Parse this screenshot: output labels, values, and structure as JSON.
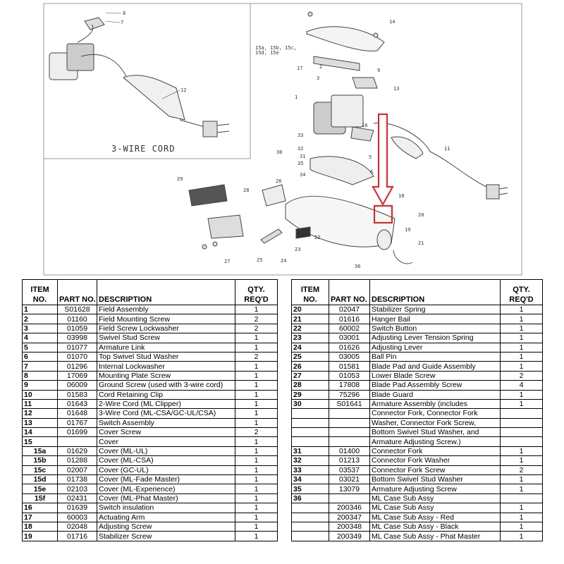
{
  "diagram": {
    "inset_title": "3-WIRE CORD",
    "inset_callouts": [
      "8",
      "7",
      "12"
    ],
    "callouts": [
      "14",
      "15a, 15b, 15c,",
      "15d, 15e",
      "17",
      "9",
      "2",
      "13",
      "3",
      "1",
      "16",
      "11",
      "33",
      "32",
      "30",
      "31",
      "35",
      "34",
      "5",
      "6",
      "29",
      "28",
      "26",
      "18",
      "20",
      "19",
      "22",
      "21",
      "23",
      "25",
      "24",
      "27",
      "36"
    ],
    "highlight_color": "#e02020"
  },
  "table_headers": {
    "item": [
      "ITEM",
      "NO."
    ],
    "part": "PART NO.",
    "desc": "DESCRIPTION",
    "qty": [
      "QTY.",
      "REQ'D"
    ]
  },
  "left_rows": [
    {
      "item": "1",
      "part": "S01628",
      "desc": "Field Assembly",
      "qty": "1"
    },
    {
      "item": "2",
      "part": "01160",
      "desc": "Field Mounting Screw",
      "qty": "2"
    },
    {
      "item": "3",
      "part": "01059",
      "desc": "Field Screw Lockwasher",
      "qty": "2"
    },
    {
      "item": "4",
      "part": "03998",
      "desc": "Swivel Stud Screw",
      "qty": "1"
    },
    {
      "item": "5",
      "part": "01077",
      "desc": "Armature Link",
      "qty": "1"
    },
    {
      "item": "6",
      "part": "01070",
      "desc": "Top Swivel Stud Washer",
      "qty": "2"
    },
    {
      "item": "7",
      "part": "01296",
      "desc": "Internal Lockwasher",
      "qty": "1"
    },
    {
      "item": "8",
      "part": "17069",
      "desc": "Mounting Plate Screw",
      "qty": "1"
    },
    {
      "item": "9",
      "part": "06009",
      "desc": "Ground Screw (used with 3-wire cord)",
      "qty": "1"
    },
    {
      "item": "10",
      "part": "01583",
      "desc": "Cord Retaining Clip",
      "qty": "1"
    },
    {
      "item": "11",
      "part": "01643",
      "desc": "2-Wire Cord (ML Clipper)",
      "qty": "1"
    },
    {
      "item": "12",
      "part": "01648",
      "desc": "3-Wire Cord (ML-CSA/GC-UL/CSA)",
      "qty": "1"
    },
    {
      "item": "13",
      "part": "01767",
      "desc": "Switch Assembly",
      "qty": "1"
    },
    {
      "item": "14",
      "part": "01699",
      "desc": "Cover Screw",
      "qty": "2"
    },
    {
      "item": "15",
      "part": "",
      "desc": "Cover",
      "qty": "1"
    },
    {
      "item": "15a",
      "part": "01629",
      "desc": "Cover (ML-UL)",
      "qty": "1",
      "sub": true
    },
    {
      "item": "15b",
      "part": "01288",
      "desc": "Cover (ML-CSA)",
      "qty": "1",
      "sub": true
    },
    {
      "item": "15c",
      "part": "02007",
      "desc": "Cover (GC-UL)",
      "qty": "1",
      "sub": true
    },
    {
      "item": "15d",
      "part": "01738",
      "desc": "Cover (ML-Fade Master)",
      "qty": "1",
      "sub": true
    },
    {
      "item": "15e",
      "part": "02103",
      "desc": "Cover (ML-Experience)",
      "qty": "1",
      "sub": true
    },
    {
      "item": "15f",
      "part": "02431",
      "desc": "Cover (ML-Phat Master)",
      "qty": "1",
      "sub": true
    },
    {
      "item": "16",
      "part": "01639",
      "desc": "Switch insulation",
      "qty": "1"
    },
    {
      "item": "17",
      "part": "60003",
      "desc": "Actuating Arm",
      "qty": "1"
    },
    {
      "item": "18",
      "part": "02048",
      "desc": "Adjusting Screw",
      "qty": "1"
    },
    {
      "item": "19",
      "part": "01716",
      "desc": "Stabilizer Screw",
      "qty": "1"
    }
  ],
  "right_rows": [
    {
      "item": "20",
      "part": "02047",
      "desc": "Stabilizer Spring",
      "qty": "1"
    },
    {
      "item": "21",
      "part": "01616",
      "desc": "Hanger Bail",
      "qty": "1"
    },
    {
      "item": "22",
      "part": "60002",
      "desc": "Switch Button",
      "qty": "1"
    },
    {
      "item": "23",
      "part": "03001",
      "desc": "Adjusting Lever Tension Spring",
      "qty": "1"
    },
    {
      "item": "24",
      "part": "01626",
      "desc": "Adjusting Lever",
      "qty": "1"
    },
    {
      "item": "25",
      "part": "03005",
      "desc": "Ball Pin",
      "qty": "1"
    },
    {
      "item": "26",
      "part": "01581",
      "desc": "Blade Pad and Guide Assembly",
      "qty": "1"
    },
    {
      "item": "27",
      "part": "01053",
      "desc": "Lower Blade Screw",
      "qty": "2"
    },
    {
      "item": "28",
      "part": "17808",
      "desc": "Blade Pad Assembly Screw",
      "qty": "4"
    },
    {
      "item": "29",
      "part": "75296",
      "desc": "Blade Guard",
      "qty": "1"
    },
    {
      "item": "30",
      "part": "S01641",
      "desc": "Armature Assembly (includes",
      "qty": "1"
    },
    {
      "item": "",
      "part": "",
      "desc": "Connector Fork, Connector Fork",
      "qty": ""
    },
    {
      "item": "",
      "part": "",
      "desc": "Washer, Connector Fork Screw,",
      "qty": ""
    },
    {
      "item": "",
      "part": "",
      "desc": "Bottom Swivel Stud Washer, and",
      "qty": ""
    },
    {
      "item": "",
      "part": "",
      "desc": "Armature Adjusting Screw.)",
      "qty": ""
    },
    {
      "item": "31",
      "part": "01400",
      "desc": "Connector Fork",
      "qty": "1"
    },
    {
      "item": "32",
      "part": "01213",
      "desc": "Connector Fork Washer",
      "qty": "1"
    },
    {
      "item": "33",
      "part": "03537",
      "desc": "Connector Fork Screw",
      "qty": "2"
    },
    {
      "item": "34",
      "part": "03021",
      "desc": "Bottom Swivel Stud Washer",
      "qty": "1"
    },
    {
      "item": "35",
      "part": "13079",
      "desc": "Armature Adjusting Screw",
      "qty": "1"
    },
    {
      "item": "36",
      "part": "",
      "desc": "ML Case Sub Assy",
      "qty": ""
    },
    {
      "item": "",
      "part": "200346",
      "desc": "ML Case Sub Assy",
      "qty": "1"
    },
    {
      "item": "",
      "part": "200347",
      "desc": "ML Case Sub Assy - Red",
      "qty": "1"
    },
    {
      "item": "",
      "part": "200348",
      "desc": "ML Case Sub Assy - Black",
      "qty": "1"
    },
    {
      "item": "",
      "part": "200349",
      "desc": "ML Case Sub Assy - Phat Master",
      "qty": "1"
    }
  ]
}
